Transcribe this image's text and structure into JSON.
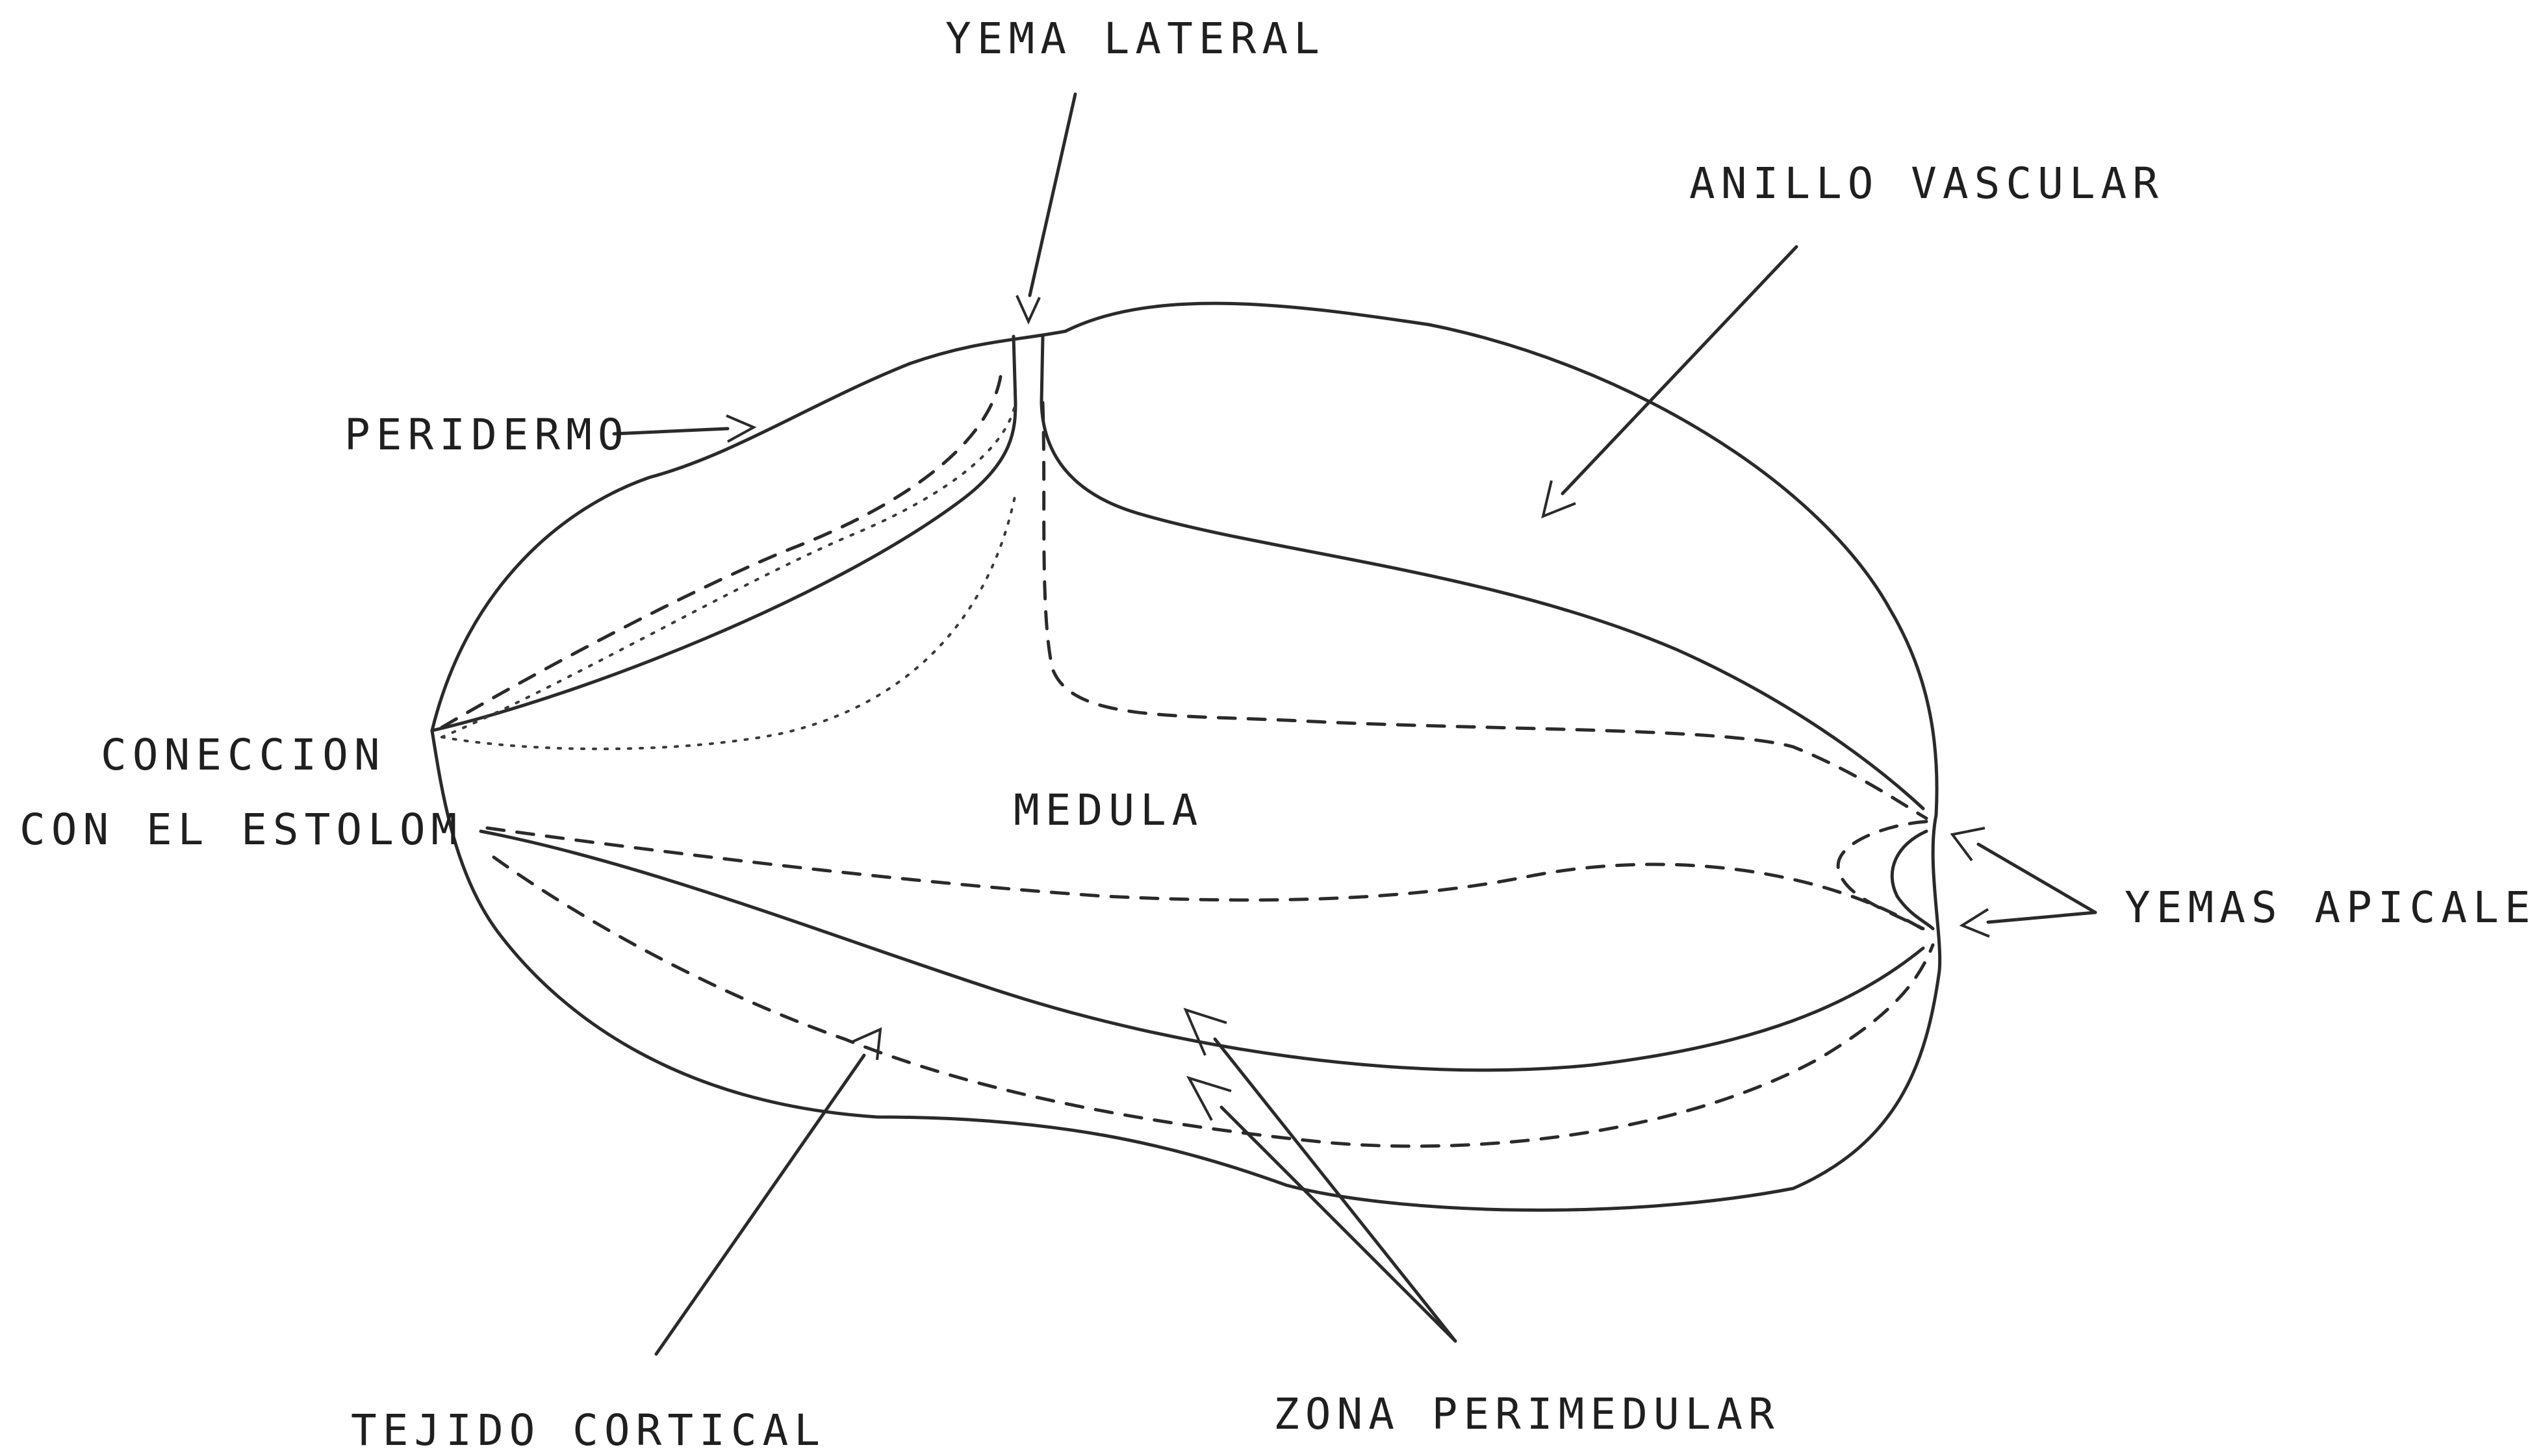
{
  "labels": {
    "yema_lateral": "YEMA LATERAL",
    "anillo_vascular": "ANILLO VASCULAR",
    "peridermo": "PERIDERMO",
    "coneccion_line1": "CONECCION",
    "coneccion_line2": "CON EL ESTOLOM",
    "medula": "MEDULA",
    "yemas_apicales": "YEMAS APICALES",
    "tejido_cortical": "TEJIDO CORTICAL",
    "zona_perimedular": "ZONA PERIMEDULAR"
  },
  "colors": {
    "ink": "#2a2a2a",
    "background": "#ffffff"
  }
}
